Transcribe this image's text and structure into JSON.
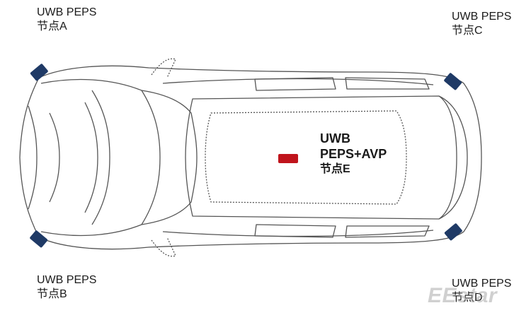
{
  "nodes": {
    "a": {
      "line1": "UWB PEPS",
      "line2": "节点A"
    },
    "b": {
      "line1": "UWB PEPS",
      "line2": "节点B"
    },
    "c": {
      "line1": "UWB PEPS",
      "line2": "节点C"
    },
    "d": {
      "line1": "UWB PEPS",
      "line2": "节点D"
    },
    "e": {
      "line1": "UWB",
      "line2": "PEPS+AVP",
      "line3": "节点E"
    }
  },
  "watermark": "EEstar",
  "colors": {
    "corner_node": "#1f3a66",
    "center_node": "#c0141c",
    "outline": "#555555"
  }
}
